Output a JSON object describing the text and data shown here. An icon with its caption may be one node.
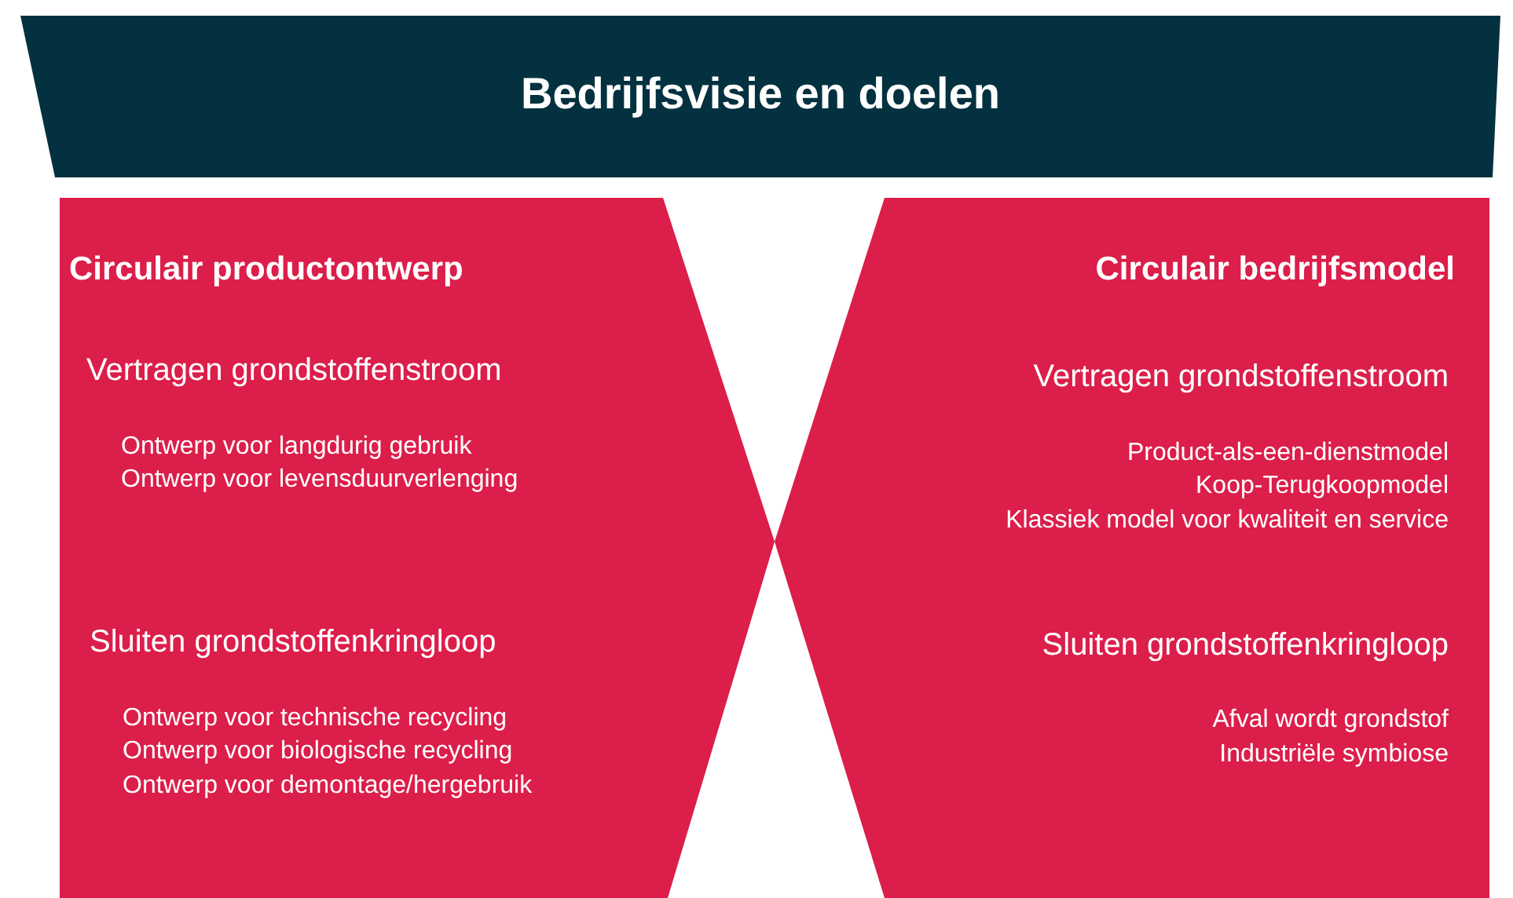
{
  "diagram": {
    "nodes": [
      {
        "text": [
          "Bedrijfsvisie en doelen"
        ]
      },
      {
        "text": [
          "Circulair productontwerp",
          "Vertragen grondstoffenstroom",
          "Ontwerp voor langdurig gebruik",
          "Ontwerp voor levensduurverlenging",
          "Sluiten grondstoffenkringloop",
          "Ontwerp voor technische recycling",
          "Ontwerp voor biologische recycling",
          "Ontwerp voor demontage/hergebruik"
        ]
      },
      {
        "text": [
          "Circulair bedrijfsmodel",
          "Vertragen grondstoffenstroom",
          "Product-als-een-dienstmodel",
          "Koop-Terugkoopmodel",
          "Klassiek model voor kwaliteit en service",
          "Sluiten grondstoffenkringloop",
          "Afval wordt grondstof",
          "Industriële symbiose"
        ]
      }
    ]
  }
}
